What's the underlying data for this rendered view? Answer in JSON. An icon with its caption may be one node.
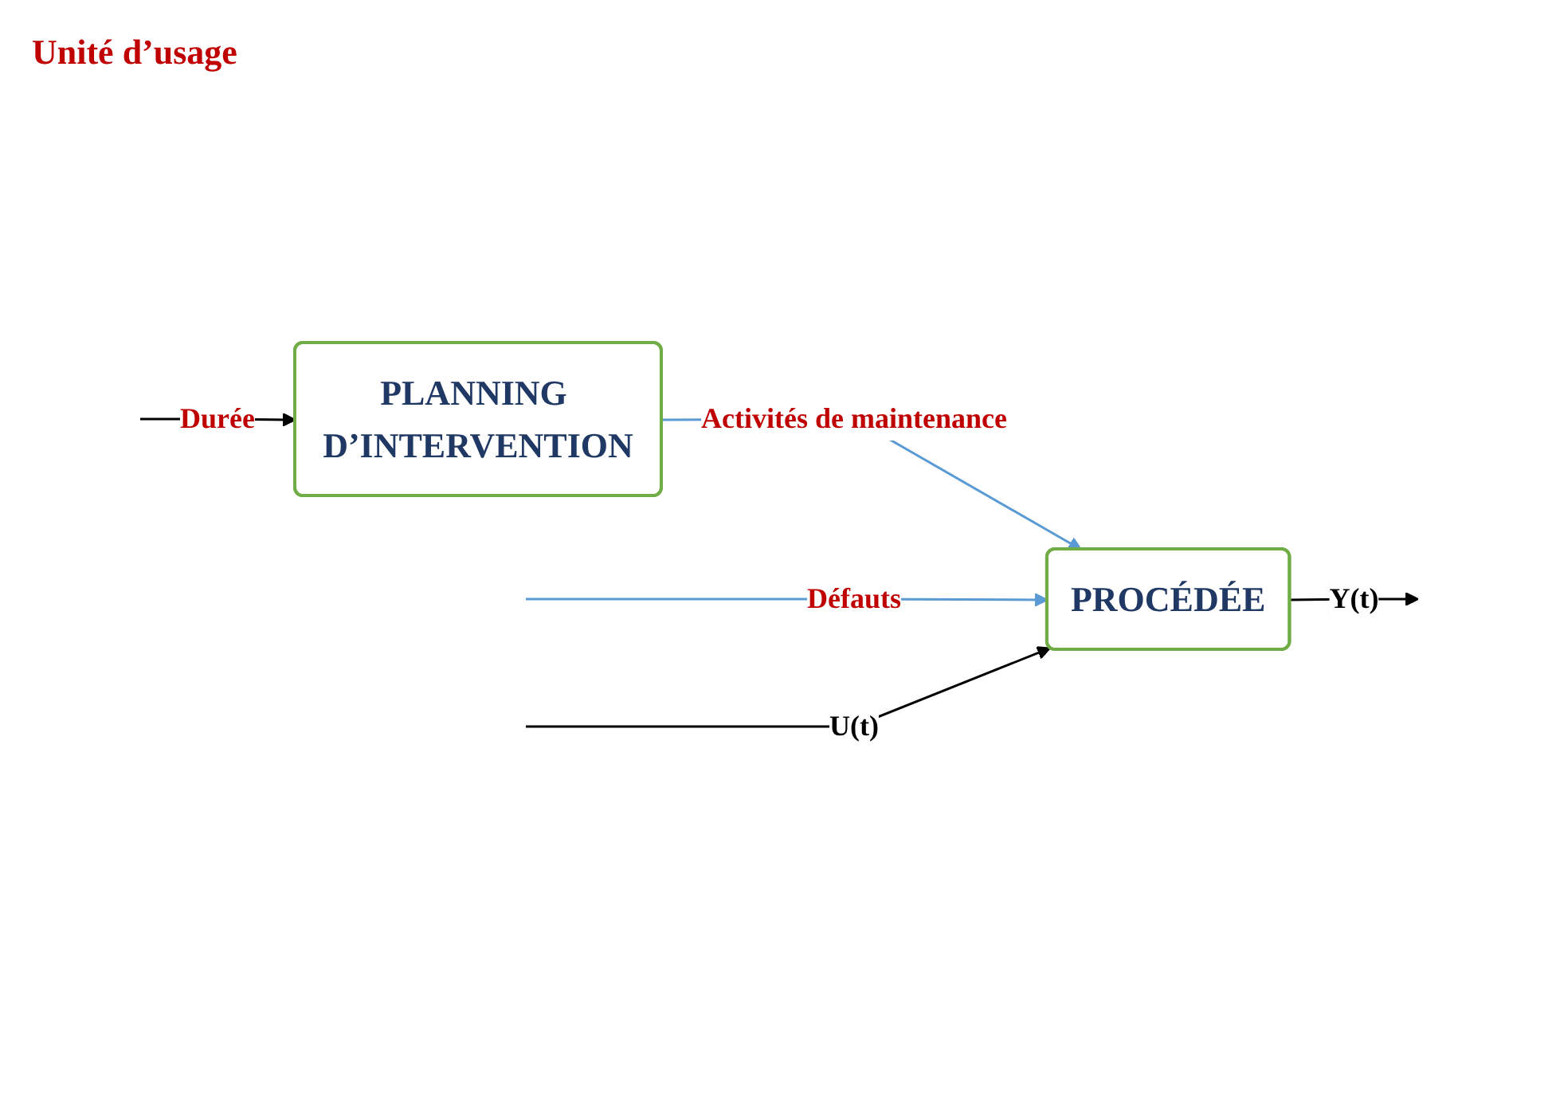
{
  "diagram": {
    "nodes": [
      {
        "text": [
          "PLANNING D’INTERVENTION"
        ]
      },
      {
        "text": [
          "PROCÉDÉE"
        ]
      }
    ],
    "edges": [
      {
        "from": null,
        "to": 0,
        "arrow": "to",
        "label": "Durée"
      },
      {
        "from": 0,
        "to": 1,
        "arrow": "to",
        "label": "Activités de maintenance",
        "color": "#5b9bd5"
      },
      {
        "from": null,
        "to": 1,
        "arrow": "to",
        "label": "Défauts",
        "color": "#5b9bd5"
      },
      {
        "from": null,
        "to": 1,
        "arrow": "to",
        "label": "U(t)"
      },
      {
        "from": 1,
        "to": null,
        "arrow": "to",
        "label": "Y(t)"
      }
    ],
    "labels": [
      "Unité d’usage"
    ]
  }
}
